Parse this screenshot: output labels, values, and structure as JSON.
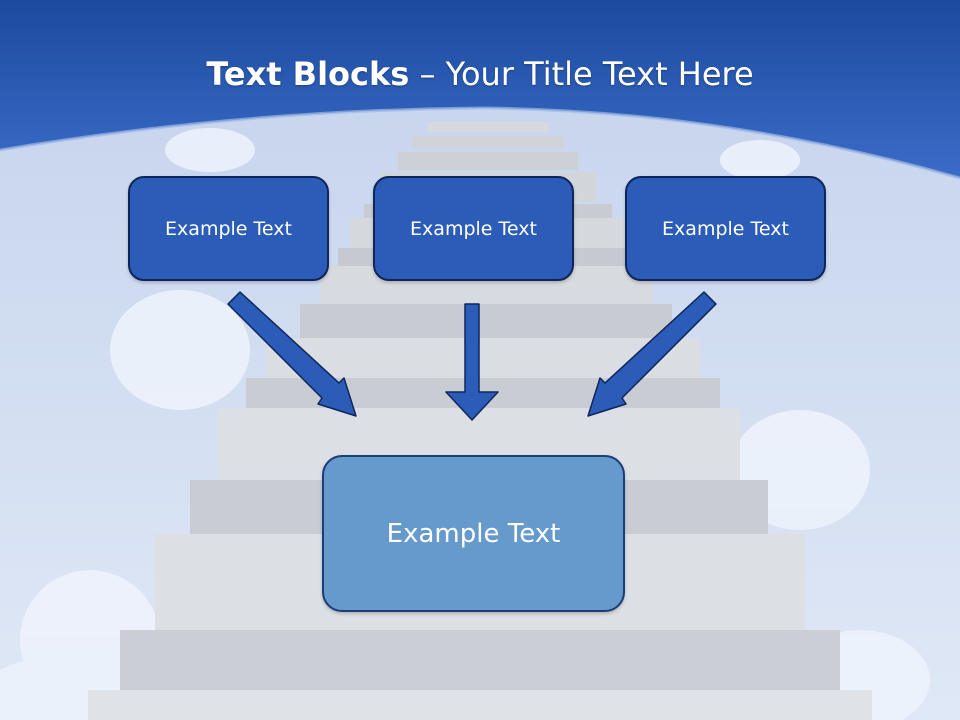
{
  "slide": {
    "title_bold": "Text Blocks",
    "title_dash": " – ",
    "title_rest": "Your Title Text Here",
    "top_boxes": [
      "Example Text",
      "Example Text",
      "Example Text"
    ],
    "center_box": "Example Text"
  },
  "colors": {
    "header_blue": "#2b5cb8",
    "box_fill": "#2b5cb8",
    "center_box_fill": "#6699cc",
    "arrow_fill": "#2b5cb8",
    "border_dark": "#10265a"
  }
}
